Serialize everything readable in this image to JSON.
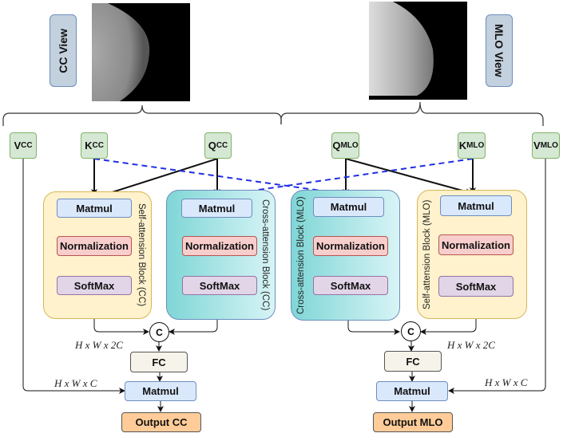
{
  "views": {
    "cc": {
      "label": "CC View"
    },
    "mlo": {
      "label": "MLO View"
    }
  },
  "tokens": {
    "v_cc": {
      "base": "V",
      "sub": "CC"
    },
    "k_cc": {
      "base": "K",
      "sub": "CC"
    },
    "q_cc": {
      "base": "Q",
      "sub": "CC"
    },
    "q_mlo": {
      "base": "Q",
      "sub": "MLO"
    },
    "k_mlo": {
      "base": "K",
      "sub": "MLO"
    },
    "v_mlo": {
      "base": "V",
      "sub": "MLO"
    }
  },
  "blocks": {
    "self_cc": {
      "title": "Self-attension Block (CC)"
    },
    "cross_cc": {
      "title": "Cross-attension Block (CC)"
    },
    "cross_mlo": {
      "title": "Cross-attension Block (MLO)"
    },
    "self_mlo": {
      "title": "Self-attension Block (MLO)"
    }
  },
  "ops": {
    "matmul": "Matmul",
    "normalization": "Normalization",
    "softmax": "SoftMax",
    "concat": "C",
    "fc": "FC"
  },
  "dims": {
    "concat_dim": "H x W x 2C",
    "value_dim": "H x W x C"
  },
  "outputs": {
    "cc": "Output CC",
    "mlo": "Output MLO"
  },
  "colors": {
    "cross_link": "#1f2ee6",
    "wire": "#111111"
  }
}
